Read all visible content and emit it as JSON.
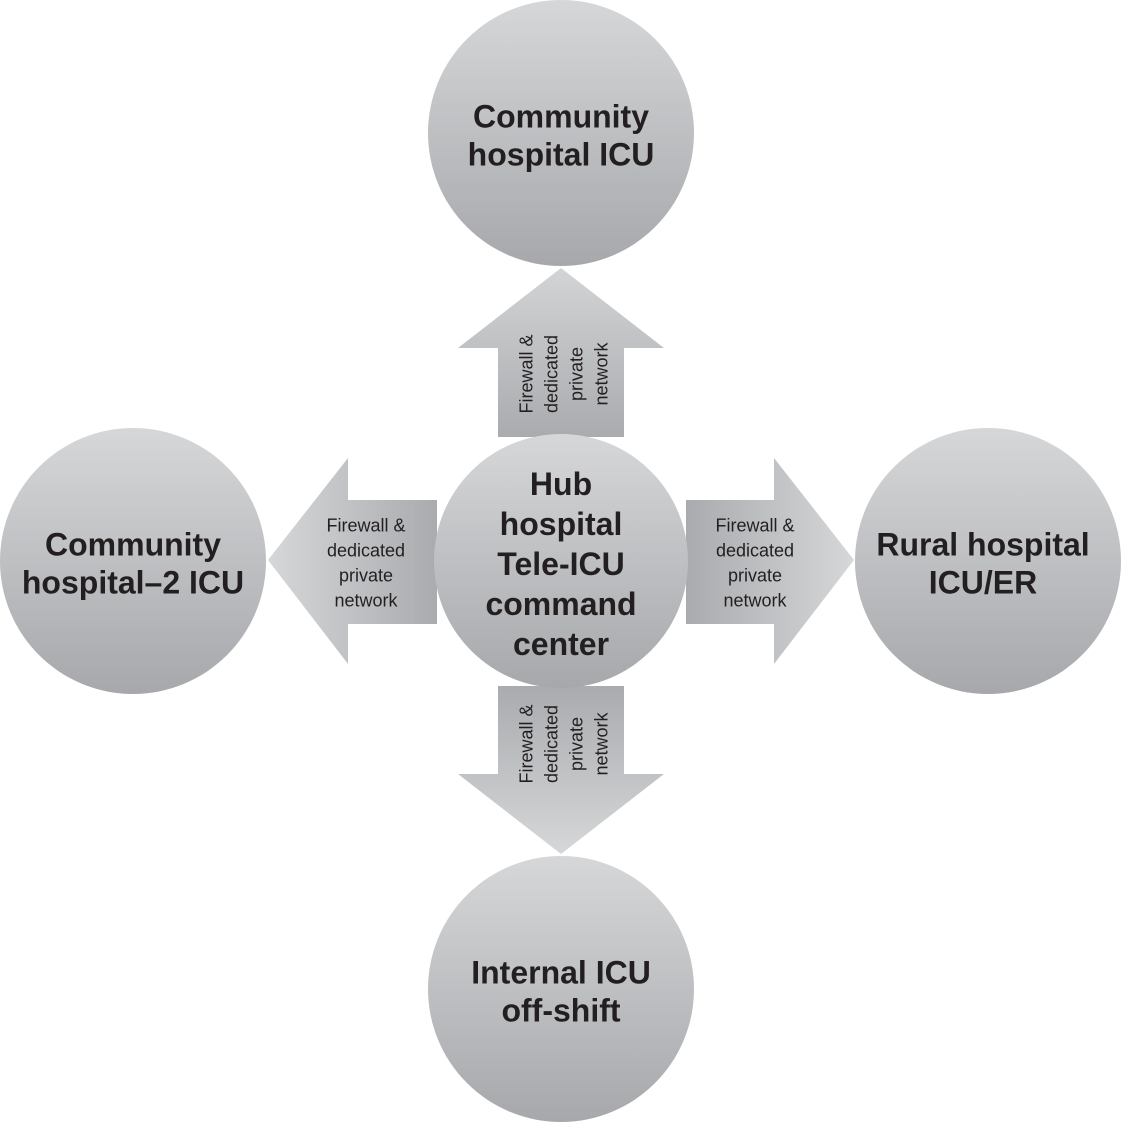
{
  "diagram": {
    "type": "hub-and-spoke",
    "hub": {
      "id": "hub",
      "lines": [
        "Hub",
        "hospital",
        "Tele-ICU",
        "command",
        "center"
      ]
    },
    "nodes": [
      {
        "id": "top",
        "position": "top",
        "lines": [
          "Community",
          "hospital ICU"
        ]
      },
      {
        "id": "left",
        "position": "left",
        "lines": [
          "Community",
          "hospital–2 ICU"
        ]
      },
      {
        "id": "right",
        "position": "right",
        "lines": [
          "Rural hospital",
          "ICU/ER"
        ]
      },
      {
        "id": "bottom",
        "position": "bottom",
        "lines": [
          "Internal ICU",
          "off-shift"
        ]
      }
    ],
    "connections": [
      {
        "from": "hub",
        "to": "top",
        "direction": "up",
        "lines": [
          "Firewall &",
          "dedicated",
          "private",
          "network"
        ]
      },
      {
        "from": "hub",
        "to": "left",
        "direction": "left",
        "lines": [
          "Firewall &",
          "dedicated",
          "private",
          "network"
        ]
      },
      {
        "from": "hub",
        "to": "right",
        "direction": "right",
        "lines": [
          "Firewall &",
          "dedicated",
          "private",
          "network"
        ]
      },
      {
        "from": "hub",
        "to": "bottom",
        "direction": "down",
        "lines": [
          "Firewall &",
          "dedicated",
          "private",
          "network"
        ]
      }
    ],
    "colors": {
      "shape_light": "#d4d5d7",
      "shape_dark": "#a7a9ac",
      "text": "#231f20",
      "background": "#ffffff"
    }
  }
}
